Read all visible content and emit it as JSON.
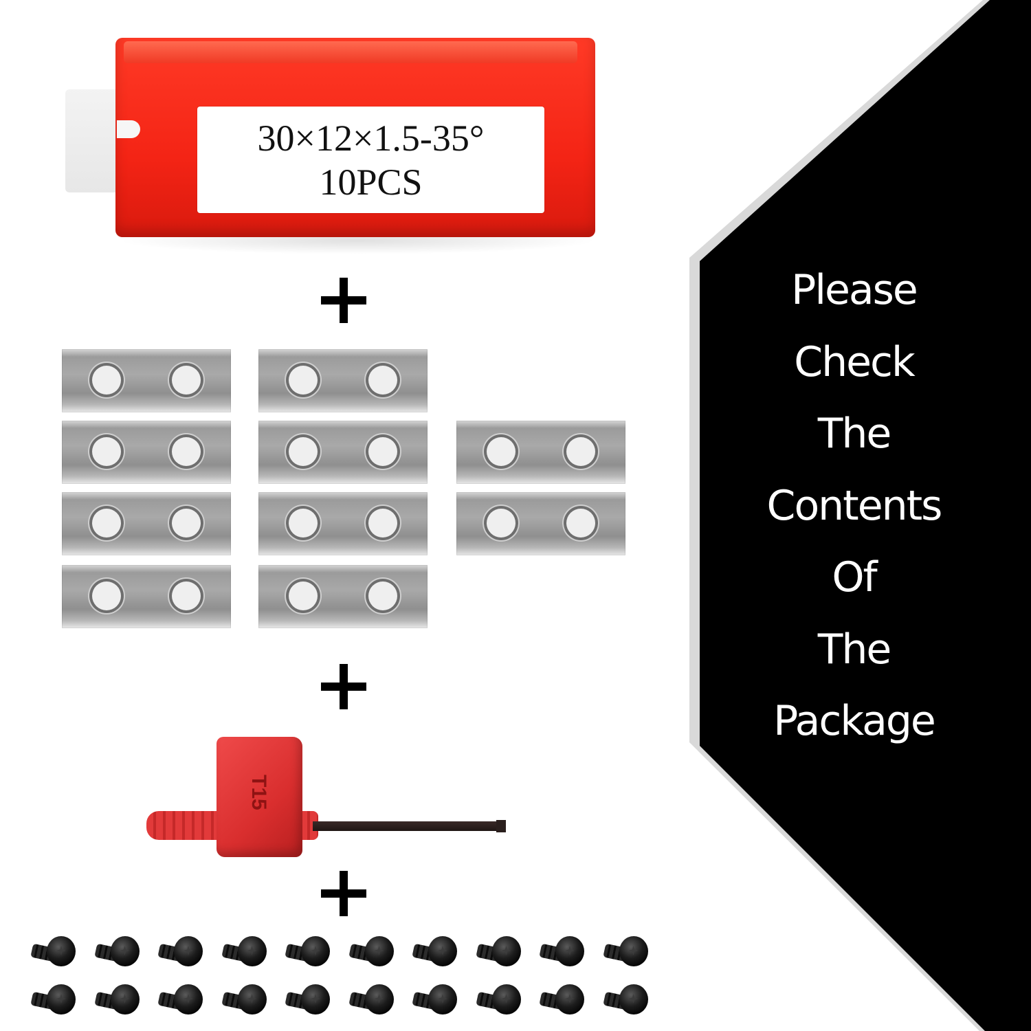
{
  "package_label": {
    "line1": "30×12×1.5-35°",
    "line2": "10PCS"
  },
  "panel": {
    "lines": [
      "Please",
      "Check",
      "The",
      "Contents",
      "Of",
      "The",
      "Package"
    ]
  },
  "wrench_mark": "T15",
  "colors": {
    "box_red": "#f42415",
    "panel_black": "#000000",
    "panel_border": "#d9d9d9",
    "wrench_red": "#d92e2e"
  },
  "icons": [
    "plus-icon",
    "insert-blade-icon",
    "torx-wrench-icon",
    "screw-icon"
  ]
}
